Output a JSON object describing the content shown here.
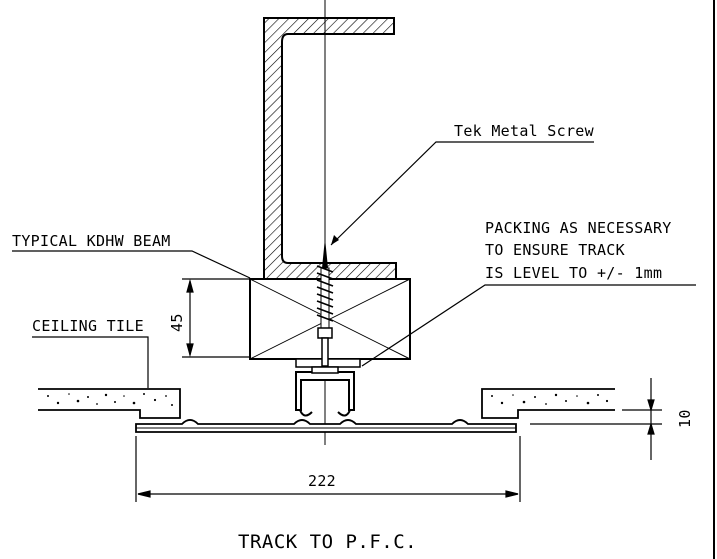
{
  "title": "TRACK TO P.F.C.",
  "labels": {
    "screw": "Tek Metal Screw",
    "packing_line1": "PACKING AS NECESSARY",
    "packing_line2": "TO ENSURE TRACK",
    "packing_line3": "IS LEVEL TO +/- 1mm",
    "beam": "TYPICAL KDHW BEAM",
    "ceiling_tile": "CEILING TILE"
  },
  "dimensions": {
    "block_height": "45",
    "tile_thickness": "10",
    "track_width": "222"
  }
}
